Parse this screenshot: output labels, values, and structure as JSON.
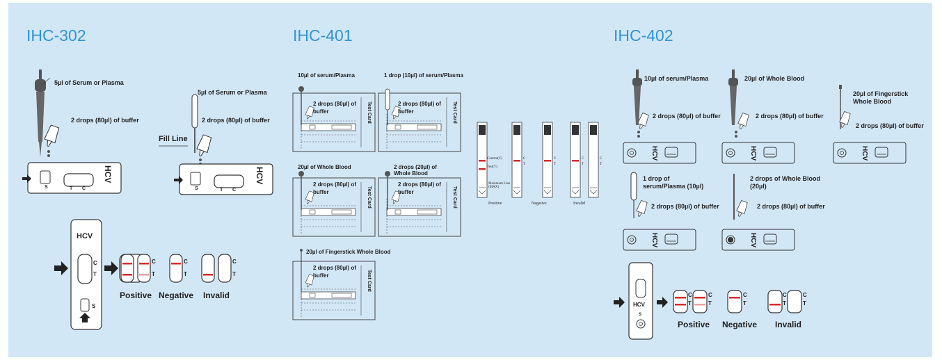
{
  "headings": {
    "ihc302": "IHC-302",
    "ihc401": "IHC-401",
    "ihc402": "IHC-402"
  },
  "ihc302": {
    "serum_label_1": "5µl of Serum or Plasma",
    "buffer_label_1": "2 drops (80µl) of buffer",
    "serum_label_2": "5µl of Serum or Plasma",
    "buffer_label_2": "2 drops (80µl) of buffer",
    "fill_line": "Fill Line",
    "cassette_name": "HCV",
    "mark_s": "S",
    "mark_t": "T",
    "mark_c": "C",
    "results": {
      "positive": "Positive",
      "negative": "Negative",
      "invalid": "Invalid"
    }
  },
  "ihc401": {
    "card1_sample": "10µl of serum/Plasma",
    "card2_sample": "1 drop (10µl) of serum/Plasma",
    "card3_sample": "20µl of Whole Blood",
    "card4_sample": "2 drops (20µl) of Whole Blood",
    "card5_sample": "20µl of Fingerstick Whole Blood",
    "buffer_label": "2 drops (80µl) of buffer",
    "test_card": "Test Card",
    "strip_labels": {
      "control": "Control(C)",
      "test": "Test(T)",
      "max": "Maximum Line (MAX)"
    },
    "strip_c": "C",
    "strip_t": "T",
    "results": {
      "positive": "Positive",
      "negative": "Negative",
      "invalid": "Invalid"
    }
  },
  "ihc402": {
    "p1_sample": "10µl of serum/Plasma",
    "p2_sample": "20µl of Whole Blood",
    "p3_sample": "20µl of Fingerstick Whole Blood",
    "p4_sample": "1 drop of serum/Plasma (10µl)",
    "p5_sample": "2 drops of Whole Blood (20µl)",
    "buffer_label": "2 drops (80µl) of buffer",
    "cassette_name": "HCV",
    "mark_s": "S",
    "mark_c": "C",
    "mark_t": "T",
    "results": {
      "positive": "Positive",
      "negative": "Negative",
      "invalid": "Invalid"
    }
  },
  "colors": {
    "panel_bg": "#d2e7f6",
    "heading": "#2f93d4",
    "line": "#333333",
    "red_band": "#d42a2a",
    "faint_band": "#e9a0a0"
  }
}
